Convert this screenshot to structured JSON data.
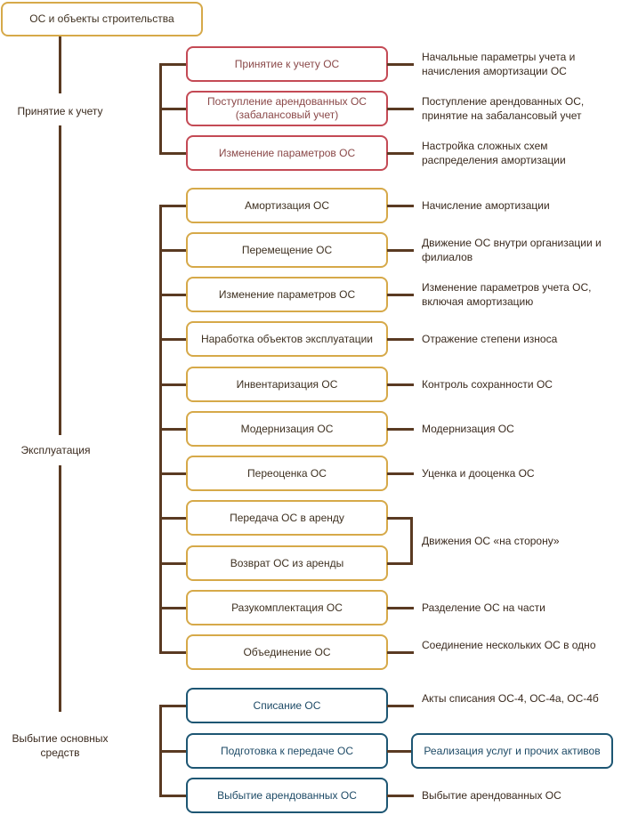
{
  "root": "ОС и объекты строительства",
  "colors": {
    "line": "#5a3a22",
    "red": "#c44a55",
    "gold": "#d6a949",
    "blue": "#1d5673"
  },
  "groups": [
    {
      "label": "Принятие к учету",
      "color": "red",
      "items": [
        {
          "title": "Принятие к учету ОС",
          "desc": "Начальные параметры учета и начисления амортизации ОС"
        },
        {
          "title": "Поступление арендованных ОС (забалансовый учет)",
          "desc": "Поступление арендованных ОС, принятие на забалансовый учет"
        },
        {
          "title": "Изменение параметров ОС",
          "desc": "Настройка сложных схем распределения амортизации"
        }
      ]
    },
    {
      "label": "Эксплуатация",
      "color": "gold",
      "items": [
        {
          "title": "Амортизация ОС",
          "desc": "Начисление амортизации"
        },
        {
          "title": "Перемещение ОС",
          "desc": "Движение ОС внутри организации и филиалов"
        },
        {
          "title": "Изменение параметров ОС",
          "desc": "Изменение параметров учета ОС, включая амортизацию"
        },
        {
          "title": "Наработка объектов эксплуатации",
          "desc": "Отражение степени износа"
        },
        {
          "title": "Инвентаризация ОС",
          "desc": "Контроль сохранности ОС"
        },
        {
          "title": "Модернизация ОС",
          "desc": "Модернизация ОС"
        },
        {
          "title": "Переоценка ОС",
          "desc": "Уценка и дооценка ОС"
        },
        {
          "title": "Передача ОС в аренду",
          "desc": null
        },
        {
          "title": "Возврат ОС из аренды",
          "desc": null
        },
        {
          "title": "Разукомплектация ОС",
          "desc": "Разделение ОС на части"
        },
        {
          "title": "Объединение ОС",
          "desc": "Соединение нескольких ОС в одно"
        }
      ],
      "shared_desc": "Движения ОС «на сторону»"
    },
    {
      "label": "Выбытие основных средств",
      "color": "blue",
      "items": [
        {
          "title": "Списание ОС",
          "desc": "Акты списания ОС-4, ОС-4а, ОС-4б"
        },
        {
          "title": "Подготовка к передаче ОС",
          "desc_box": "Реализация услуг и прочих активов"
        },
        {
          "title": "Выбытие арендованных ОС",
          "desc": "Выбытие арендованных ОС"
        }
      ]
    }
  ]
}
